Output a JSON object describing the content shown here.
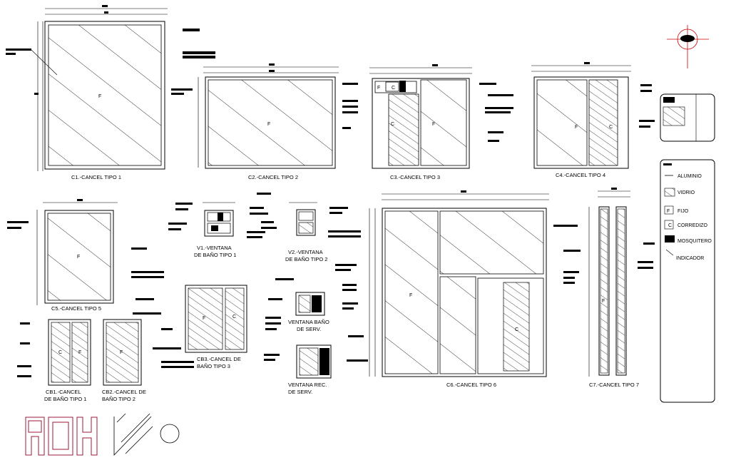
{
  "drawing": {
    "panels": {
      "c1": {
        "caption": "C1.-CANCEL TIPO 1",
        "fill": "F"
      },
      "c2": {
        "caption": "C2.-CANCEL TIPO 2",
        "fill": "F"
      },
      "c3": {
        "caption": "C3.-CANCEL TIPO 3",
        "fill": "F",
        "slide": "C"
      },
      "c4": {
        "caption": "C4.-CANCEL TIPO 4",
        "fill": "F",
        "slide": "C"
      },
      "c5": {
        "caption": "C5.-CANCEL TIPO 5",
        "fill": "F"
      },
      "v1": {
        "caption_1": "V1.-VENTANA",
        "caption_2": "DE BAÑO TIPO 1"
      },
      "v2": {
        "caption_1": "V2.-VENTANA",
        "caption_2": "DE BAÑO TIPO 2"
      },
      "vs": {
        "caption_1": "VENTANA BAÑO",
        "caption_2": "DE SERV."
      },
      "vr": {
        "caption_1": "VENTANA REC.",
        "caption_2": "DE SERV."
      },
      "cb1": {
        "caption_1": "CB1.-CANCEL",
        "caption_2": "DE BAÑO TIPO 1",
        "fill": "F",
        "slide": "C"
      },
      "cb2": {
        "caption_1": "CB2.-CANCEL DE",
        "caption_2": "BAÑO TIPO 2",
        "fill": "F"
      },
      "cb3": {
        "caption_1": "CB3.-CANCEL DE",
        "caption_2": "BAÑO TIPO 3",
        "fill": "F",
        "slide": "C"
      },
      "c6": {
        "caption": "C6.-CANCEL TIPO 6",
        "fill": "F",
        "slide": "C"
      },
      "c7": {
        "caption": "C7.-CANCEL TIPO 7",
        "fill": "F"
      }
    },
    "legend": {
      "items": [
        {
          "label": "ALUMINIO",
          "symbol": "line"
        },
        {
          "label": "VIDRIO",
          "symbol": "hatch"
        },
        {
          "label": "FIJO",
          "symbol": "F"
        },
        {
          "label": "CORREDIZO",
          "symbol": "C"
        },
        {
          "label": "MOSQUITERO",
          "symbol": "solid"
        },
        {
          "label": "INDICADOR",
          "symbol": "arrow"
        }
      ]
    },
    "colors": {
      "ink": "#000000",
      "accent_red": "#cc0000",
      "logo_red": "#9b1b3a"
    }
  }
}
